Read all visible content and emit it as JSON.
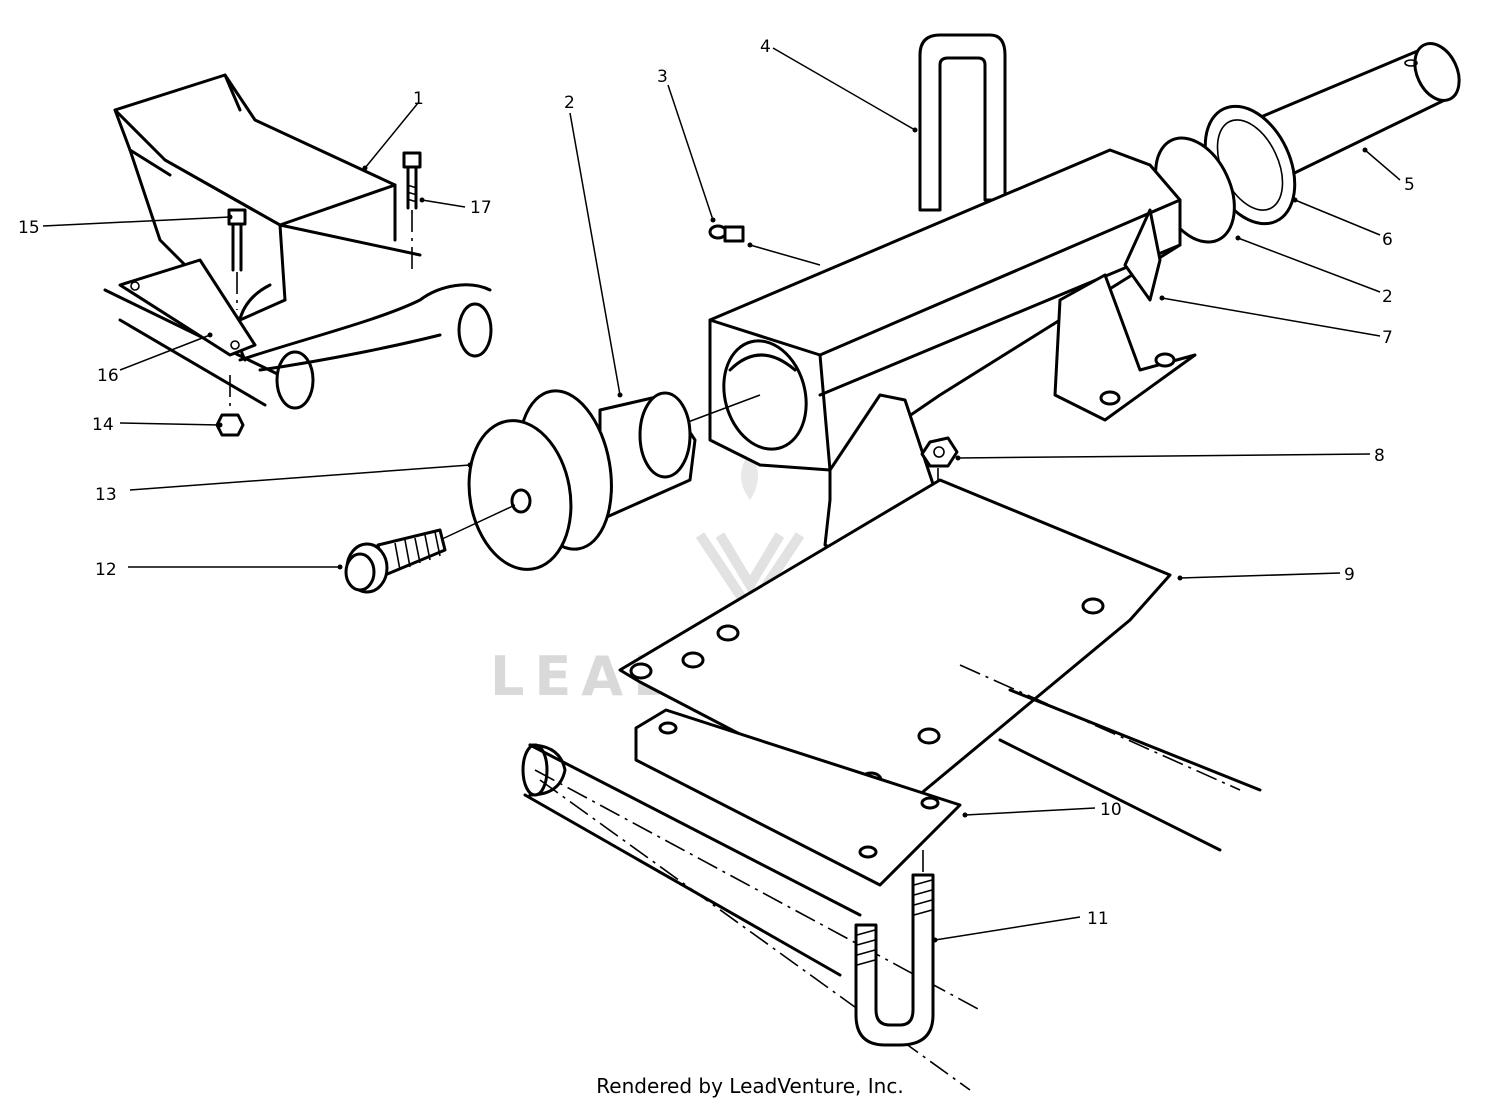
{
  "callouts": {
    "c1": "1",
    "c2a": "2",
    "c2b": "2",
    "c3": "3",
    "c4": "4",
    "c5": "5",
    "c6": "6",
    "c7": "7",
    "c8": "8",
    "c9": "9",
    "c10": "10",
    "c11": "11",
    "c12": "12",
    "c13": "13",
    "c14": "14",
    "c15": "15",
    "c16": "16",
    "c17": "17"
  },
  "watermark": "LEADVENTURE",
  "footer": "Rendered by LeadVenture, Inc."
}
